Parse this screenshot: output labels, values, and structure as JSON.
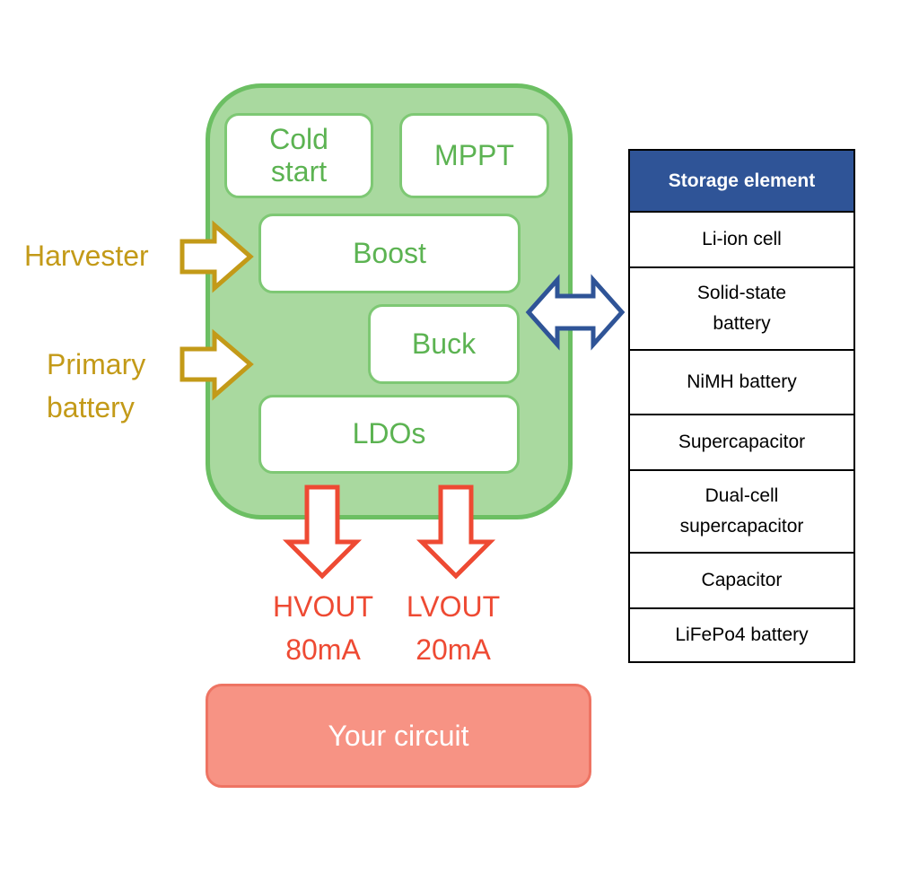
{
  "colors": {
    "green_fill": "#a9d99f",
    "green_border": "#6cbf63",
    "green_text": "#5cb352",
    "gold": "#c39a18",
    "red": "#ee4a33",
    "circuit_fill": "#f79384",
    "header_blue": "#2f5497",
    "arrow_blue": "#2f5497"
  },
  "blocks": {
    "cold_start": "Cold start",
    "mppt": "MPPT",
    "boost": "Boost",
    "buck": "Buck",
    "ldos": "LDOs"
  },
  "inputs": {
    "harvester": "Harvester",
    "primary_battery_line1": "Primary",
    "primary_battery_line2": "battery"
  },
  "outputs": {
    "hvout_name": "HVOUT",
    "hvout_current": "80mA",
    "lvout_name": "LVOUT",
    "lvout_current": "20mA"
  },
  "circuit": "Your circuit",
  "storage": {
    "header": "Storage element",
    "items": [
      "Li-ion cell",
      "Solid-state battery",
      "NiMH battery",
      "Supercapacitor",
      "Dual-cell supercapacitor",
      "Capacitor",
      "LiFePo4 battery"
    ]
  }
}
